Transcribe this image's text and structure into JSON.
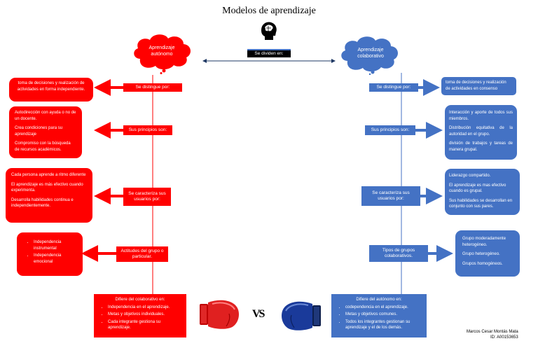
{
  "title": "Modelos de aprendizaje",
  "center_label": "Se dividen en:",
  "left": {
    "heading": "Aprendizaje autónomo",
    "color": "#ff0000",
    "tags": [
      "Se distingue por:",
      "Sus principios son:",
      "Se caracteriza sus usuarios por:",
      "Actitudes del grupo o particular."
    ],
    "distingue": "toma de decisiones y realización de actividades en forma independiente.",
    "principios": [
      "Autodirección con ayuda o no de un docente.",
      "Crea condiciones para su aprendizaje",
      "Compromiso con la búsqueda de recursos académicos."
    ],
    "caracteriza": [
      "Cada persona aprende a ritmo diferente",
      "El aprendizaje es más efectivo cuando experimenta.",
      "Desarrolla habilidades continua e independientemente."
    ],
    "actitudes": [
      "Independencia instrumental",
      "Independencia emocional"
    ],
    "difiere_title": "Difiere del colaborativo en:",
    "difiere": [
      "Independencia en el aprendizaje.",
      "Metas y objetivos individuales.",
      "Cada integrante gestiona su aprendizaje."
    ]
  },
  "right": {
    "heading": "Aprendizaje colaborativo",
    "color": "#4472c4",
    "tags": [
      "Se distingue por:",
      "Sus principios son:",
      "Se caracteriza sus usuarios por:",
      "Tipos de grupos colaborativos."
    ],
    "distingue": "toma de decisiones y realización de actividades en consenso",
    "principios": [
      "Interacción y aporte de todos sus miembros.",
      "Distribución equitativa de la autoridad en el grupo.",
      "división de trabajos y tareas de manera grupal."
    ],
    "caracteriza": [
      "Liderazgo compartido.",
      "El aprendizaje es mas efectivo cuando es grupal.",
      "Sus habilidades se desarrollan en conjunto con sus pares."
    ],
    "tipos": [
      "Grupo moderadamente heterogéneo.",
      "Grupo heterogéneo.",
      "Grupos homogéneos."
    ],
    "difiere_title": "Difiere del autónomo en:",
    "difiere": [
      "codependencia en el aprendizaje.",
      "Metas y objetivos comunes.",
      "Todos los integrantes gestionan su aprendizaje y el de los demás."
    ]
  },
  "vs": "VS",
  "author": {
    "name": "Marcos Cesar Montás Mata",
    "id": "ID: A00153653"
  },
  "icons": [
    "brain-head-icon",
    "red-boxing-glove-icon",
    "blue-boxing-glove-icon"
  ]
}
